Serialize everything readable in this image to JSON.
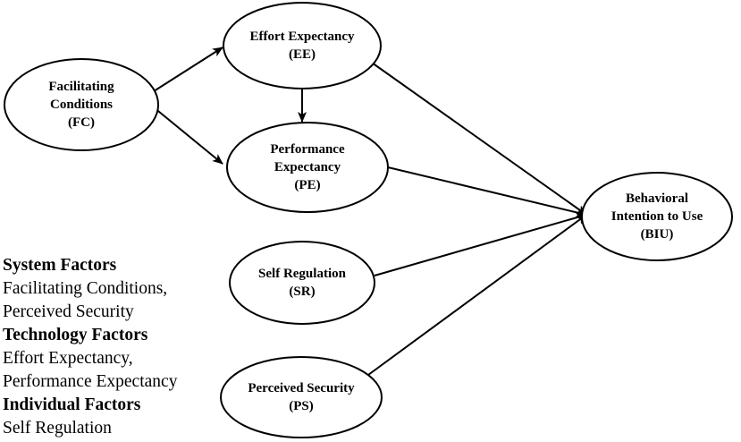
{
  "nodes": {
    "fc": {
      "lines": [
        "Facilitating",
        "Conditions",
        "(FC)"
      ]
    },
    "ee": {
      "lines": [
        "Effort Expectancy",
        "(EE)"
      ]
    },
    "pe": {
      "lines": [
        "Performance",
        "Expectancy",
        "(PE)"
      ]
    },
    "sr": {
      "lines": [
        "Self Regulation",
        "(SR)"
      ]
    },
    "ps": {
      "lines": [
        "Perceived Security",
        "(PS)"
      ]
    },
    "biu": {
      "lines": [
        "Behavioral",
        "Intention to Use",
        "(BIU)"
      ]
    }
  },
  "edges": [
    {
      "from": "fc",
      "to": "ee"
    },
    {
      "from": "fc",
      "to": "pe"
    },
    {
      "from": "ee",
      "to": "pe"
    },
    {
      "from": "ee",
      "to": "biu"
    },
    {
      "from": "pe",
      "to": "biu"
    },
    {
      "from": "sr",
      "to": "biu"
    },
    {
      "from": "ps",
      "to": "biu"
    }
  ],
  "legend": [
    {
      "title": "System Factors",
      "lines": [
        "Facilitating Conditions,",
        "Perceived Security"
      ]
    },
    {
      "title": "Technology Factors",
      "lines": [
        "Effort Expectancy,",
        "Performance Expectancy"
      ]
    },
    {
      "title": "Individual Factors",
      "lines": [
        "Self Regulation"
      ]
    }
  ],
  "colors": {
    "stroke": "#000000",
    "fill": "#ffffff",
    "text": "#000000"
  }
}
